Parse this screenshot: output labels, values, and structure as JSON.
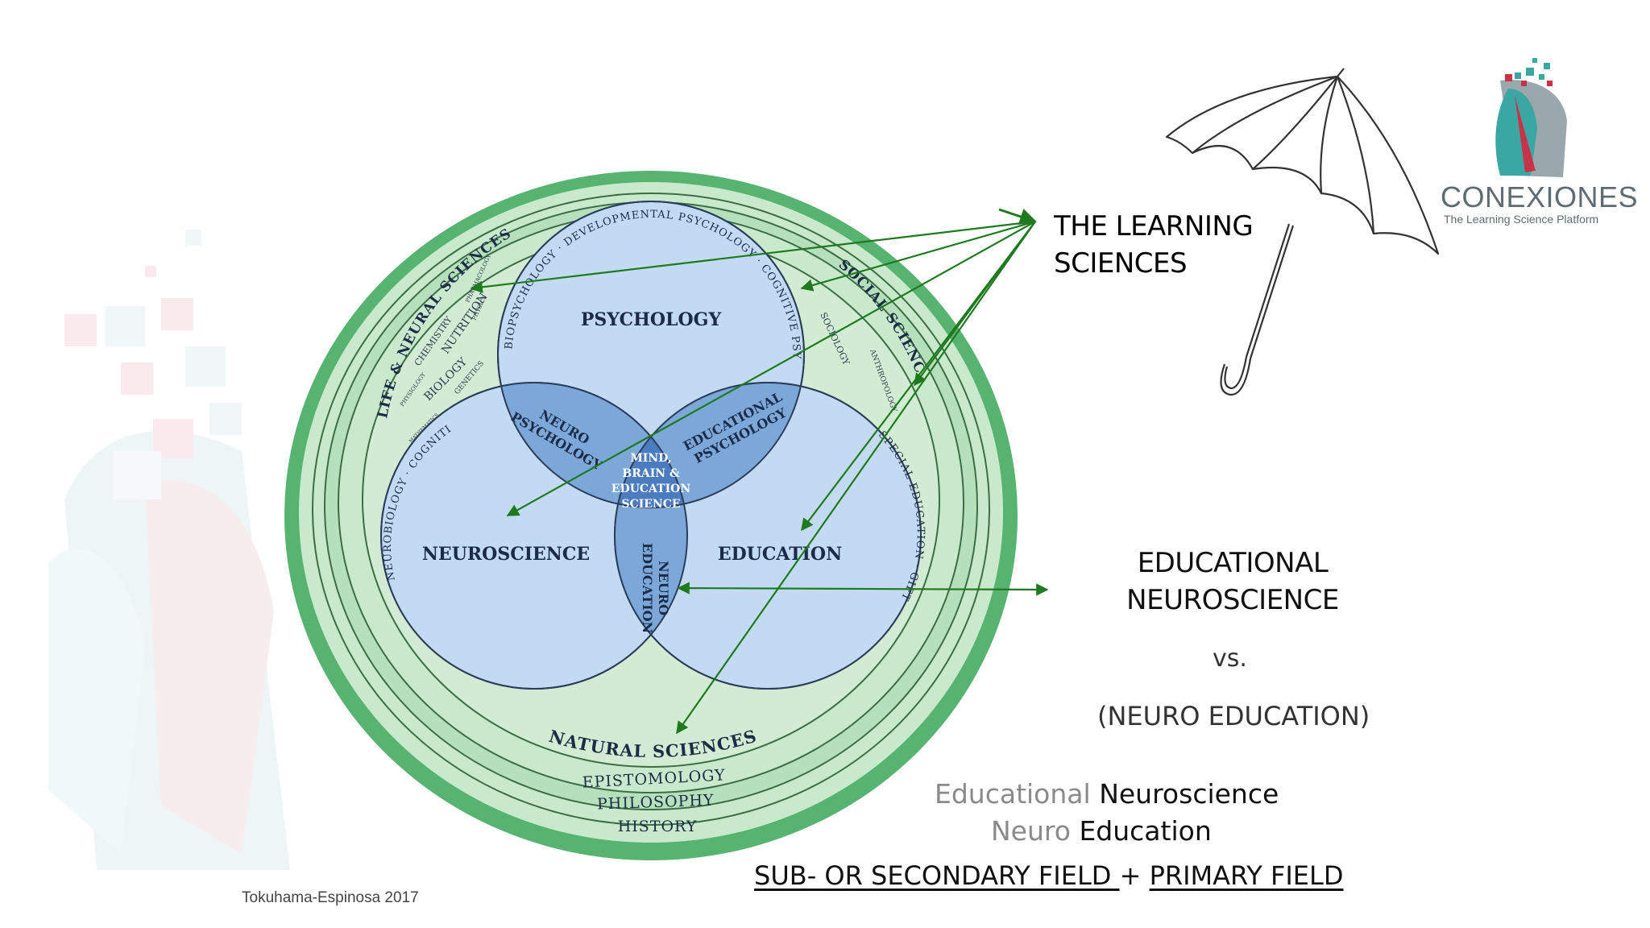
{
  "diagram": {
    "layers_outer": [
      "NATURAL SCIENCES",
      "EPISTOMOLOGY",
      "PHILOSOPHY",
      "HISTORY"
    ],
    "side_fields": {
      "left": "LIFE & NEURAL SCIENCES",
      "right": "SOCIAL SCIENCES"
    },
    "left_small_terms": [
      "BIOLOGY",
      "NUTRITION",
      "CHEMISTRY",
      "GENETICS",
      "PHARMACOLOGY",
      "PHYSICS",
      "PHYSIOLOGY",
      "MATHEMATICS"
    ],
    "right_small_terms": [
      "SOCIOLOGY",
      "ANTHROPOLOGY"
    ],
    "circles": {
      "psychology": "PSYCHOLOGY",
      "neuroscience": "NEUROSCIENCE",
      "education": "EDUCATION"
    },
    "arcs": {
      "psychology": "BIOPSYCHOLOGY · DEVELOPMENTAL PSYCHOLOGY · COGNITIVE PSYCHOLOGY",
      "neuroscience": "NEUROBIOLOGY · COGNITIVE NEUROSCIENCE · NEUROETHICS",
      "education": "SPECIAL EDUCATION · GIFTED EDUCATION · PEDAGOGY"
    },
    "overlaps": {
      "neuro_psychology": [
        "NEURO",
        "PSYCHOLOGY"
      ],
      "educational_psychology": [
        "EDUCATIONAL",
        "PSYCHOLOGY"
      ],
      "neuro_education": [
        "NEURO",
        "EDUCATION"
      ],
      "center": [
        "MIND,",
        "BRAIN &",
        "EDUCATION",
        "SCIENCE"
      ]
    }
  },
  "learning_sciences": [
    "THE LEARNING",
    "SCIENCES"
  ],
  "educational_neuroscience": [
    "EDUCATIONAL",
    "NEUROSCIENCE"
  ],
  "vs": "vs.",
  "neuro_education": "(NEURO EDUCATION)",
  "comparison": {
    "line1_secondary": "Educational",
    "line1_primary": "Neuroscience",
    "line2_secondary": "Neuro",
    "line2_primary": "Education"
  },
  "fields": {
    "secondary": "SUB- OR SECONDARY FIELD ",
    "plus": " + ",
    "primary": "PRIMARY FIELD"
  },
  "credit": "Tokuhama-Espinosa 2017",
  "logo": {
    "name": "CONEXIONES",
    "tagline": "The Learning Science Platform"
  },
  "colors": {
    "ring_dark": "#57b470",
    "ring_light": "#bfe5c3",
    "circle_fill": "#c3dbf2",
    "overlap_fill": "#7ba7d9",
    "center_fill": "#4b7cc0",
    "arrow": "#1f7a1f"
  }
}
